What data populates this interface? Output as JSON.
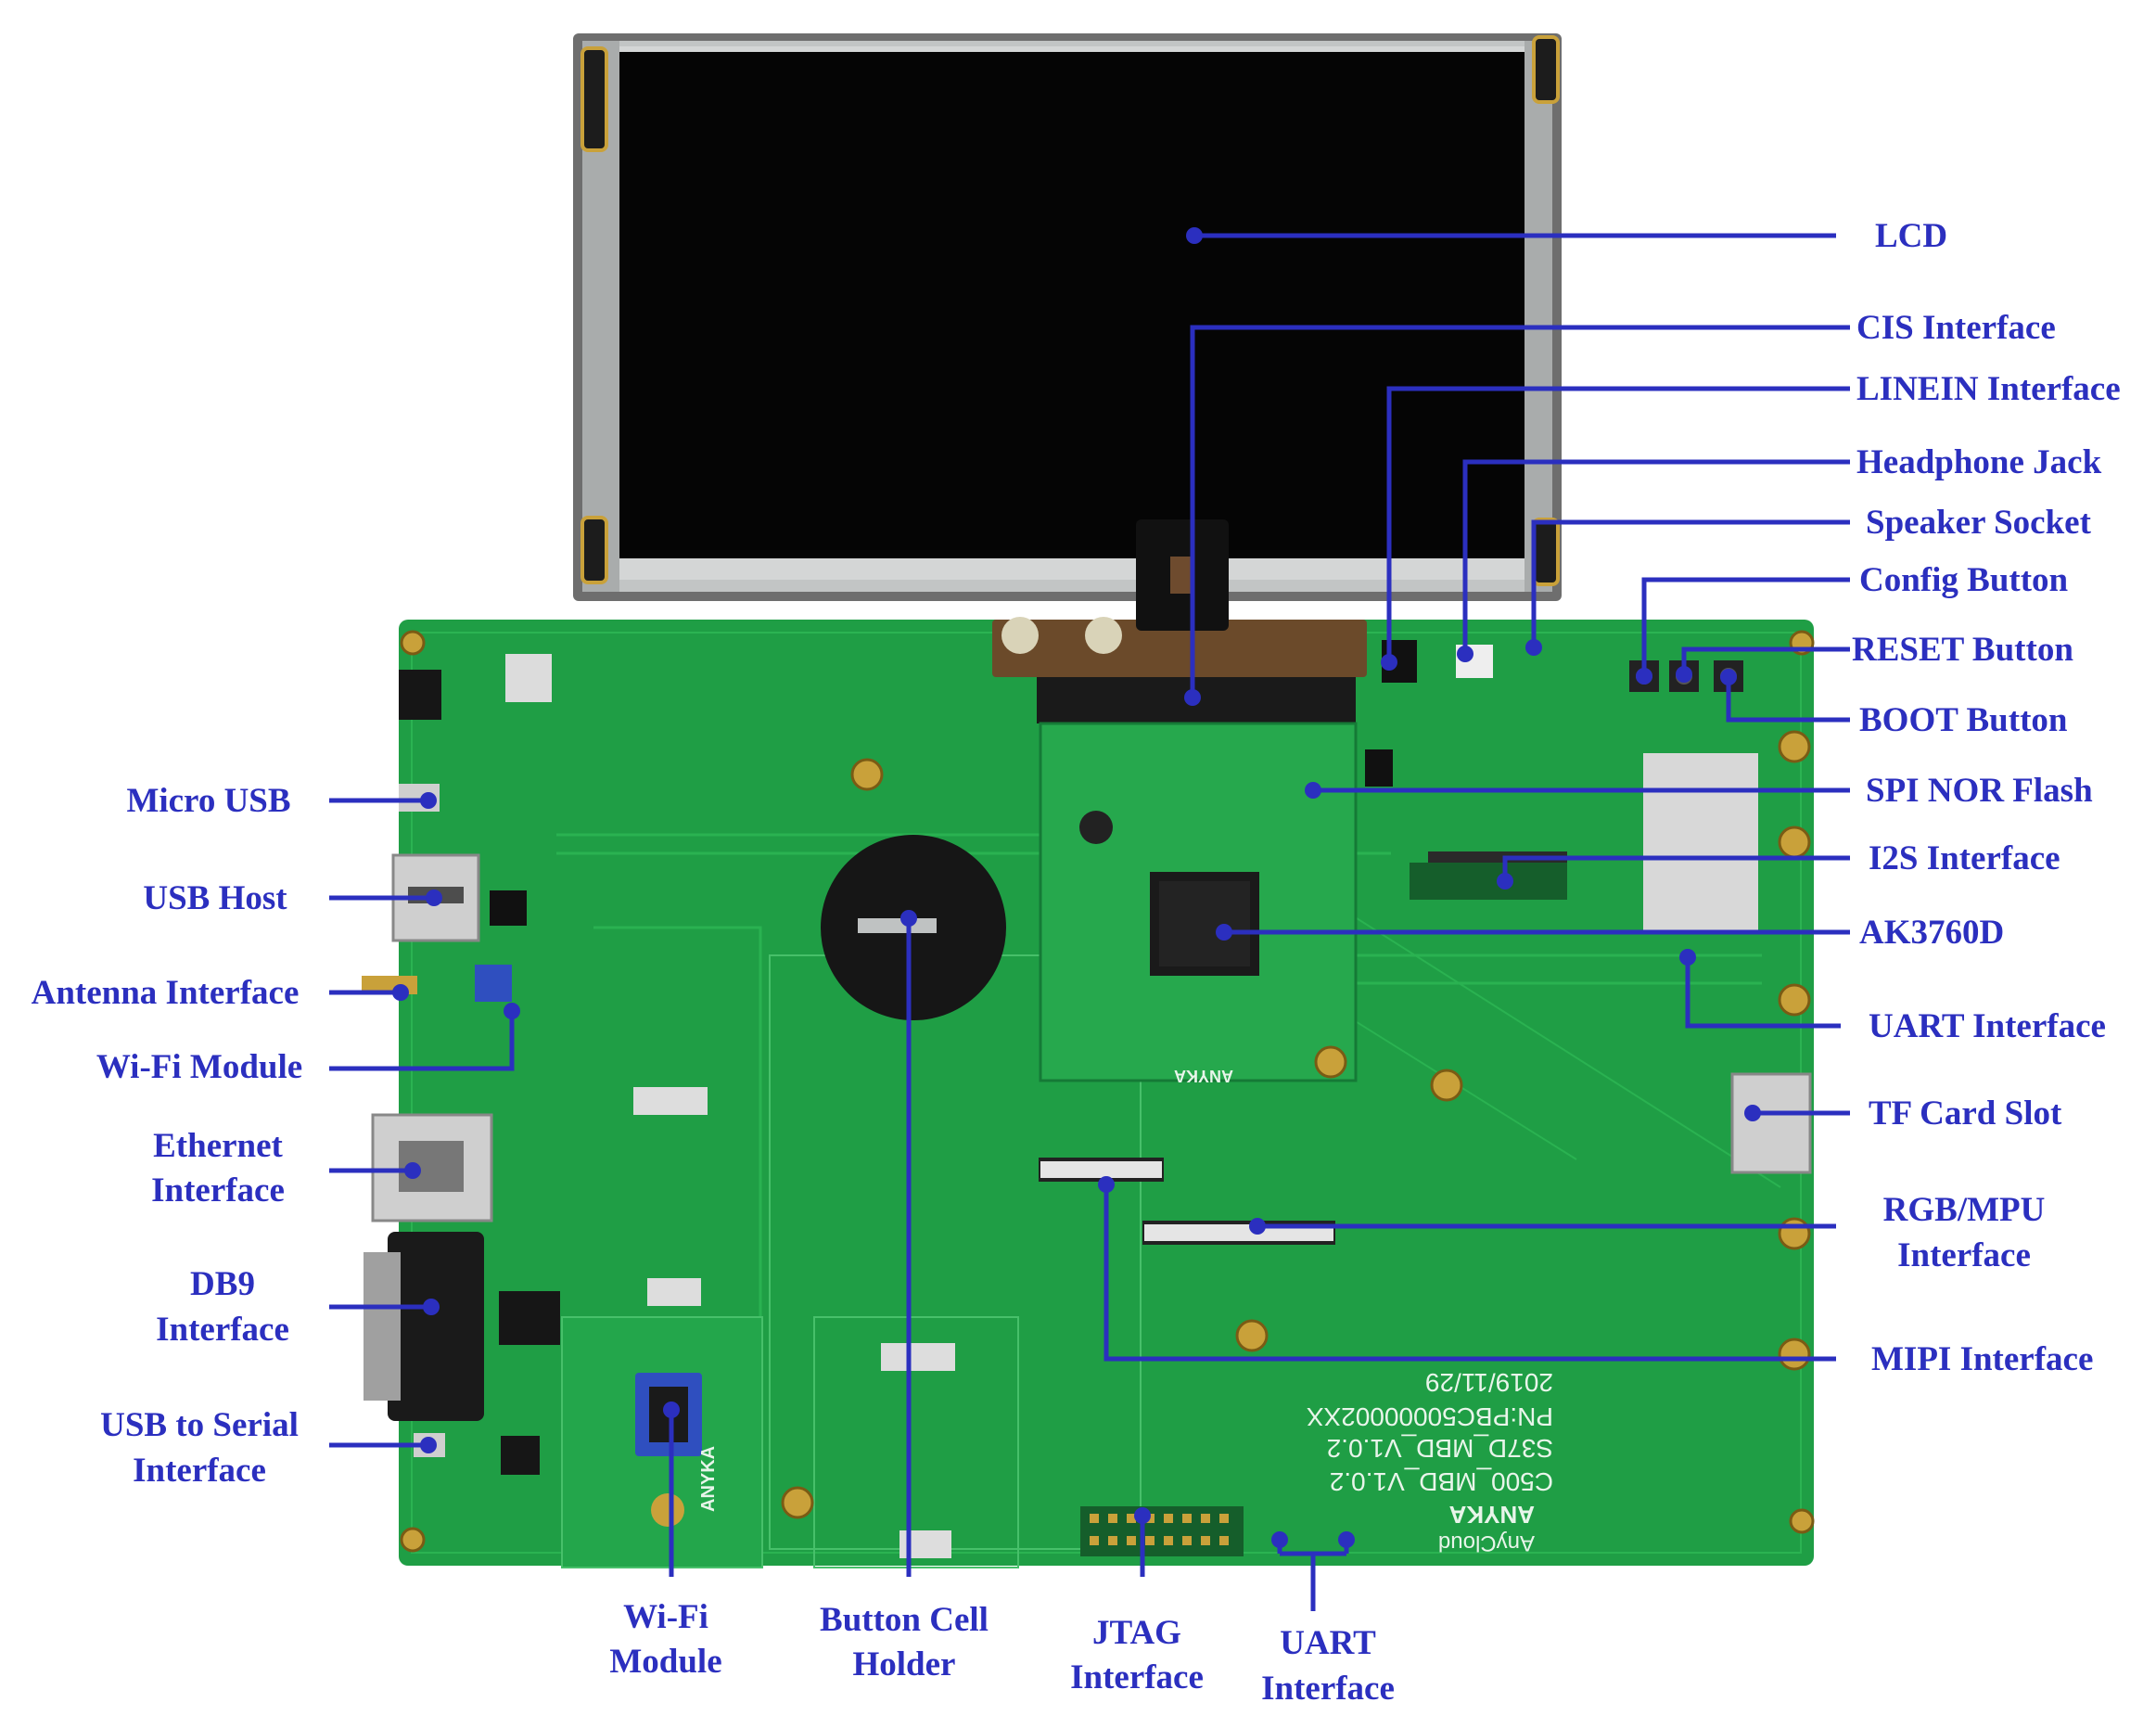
{
  "board": {
    "silkscreen": {
      "brand": "ANYKA",
      "sub_brand": "AnyCloud",
      "date": "2019/11/29",
      "part_number": "PN:PBC50000002XX",
      "model_1": "S37D_MBD_V1.0.2",
      "model_2": "C500_MBD_V1.0.2",
      "module_brand": "ANYKA"
    }
  },
  "labels": {
    "lcd": "LCD",
    "cis_interface": "CIS Interface",
    "linein_interface": "LINEIN Interface",
    "headphone_jack": "Headphone Jack",
    "speaker_socket": "Speaker Socket",
    "config_button": "Config Button",
    "reset_button": "RESET Button",
    "boot_button": "BOOT Button",
    "spi_nor_flash": "SPI NOR Flash",
    "i2s_interface": "I2S Interface",
    "ak3760d": "AK3760D",
    "uart_interface_right": "UART Interface",
    "tf_card_slot": "TF Card Slot",
    "rgb_mpu_1": "RGB/MPU",
    "rgb_mpu_2": "Interface",
    "mipi_interface": "MIPI Interface",
    "micro_usb": "Micro USB",
    "usb_host": "USB Host",
    "antenna_interface": "Antenna Interface",
    "wifi_module_left": "Wi-Fi Module",
    "ethernet_1": "Ethernet",
    "ethernet_2": "Interface",
    "db9_1": "DB9",
    "db9_2": "Interface",
    "usb_serial_1": "USB to Serial",
    "usb_serial_2": "Interface",
    "wifi_bottom_1": "Wi-Fi",
    "wifi_bottom_2": "Module",
    "button_cell_1": "Button Cell",
    "button_cell_2": "Holder",
    "jtag_1": "JTAG",
    "jtag_2": "Interface",
    "uart_bottom_1": "UART",
    "uart_bottom_2": "Interface"
  },
  "colors": {
    "label": "#2b2fbf",
    "leader": "#2b2fbf",
    "pcb": "#1f9e45",
    "pcb_dark": "#17843a",
    "lcd_frame": "#b9bcbc",
    "lcd_screen": "#050505"
  }
}
